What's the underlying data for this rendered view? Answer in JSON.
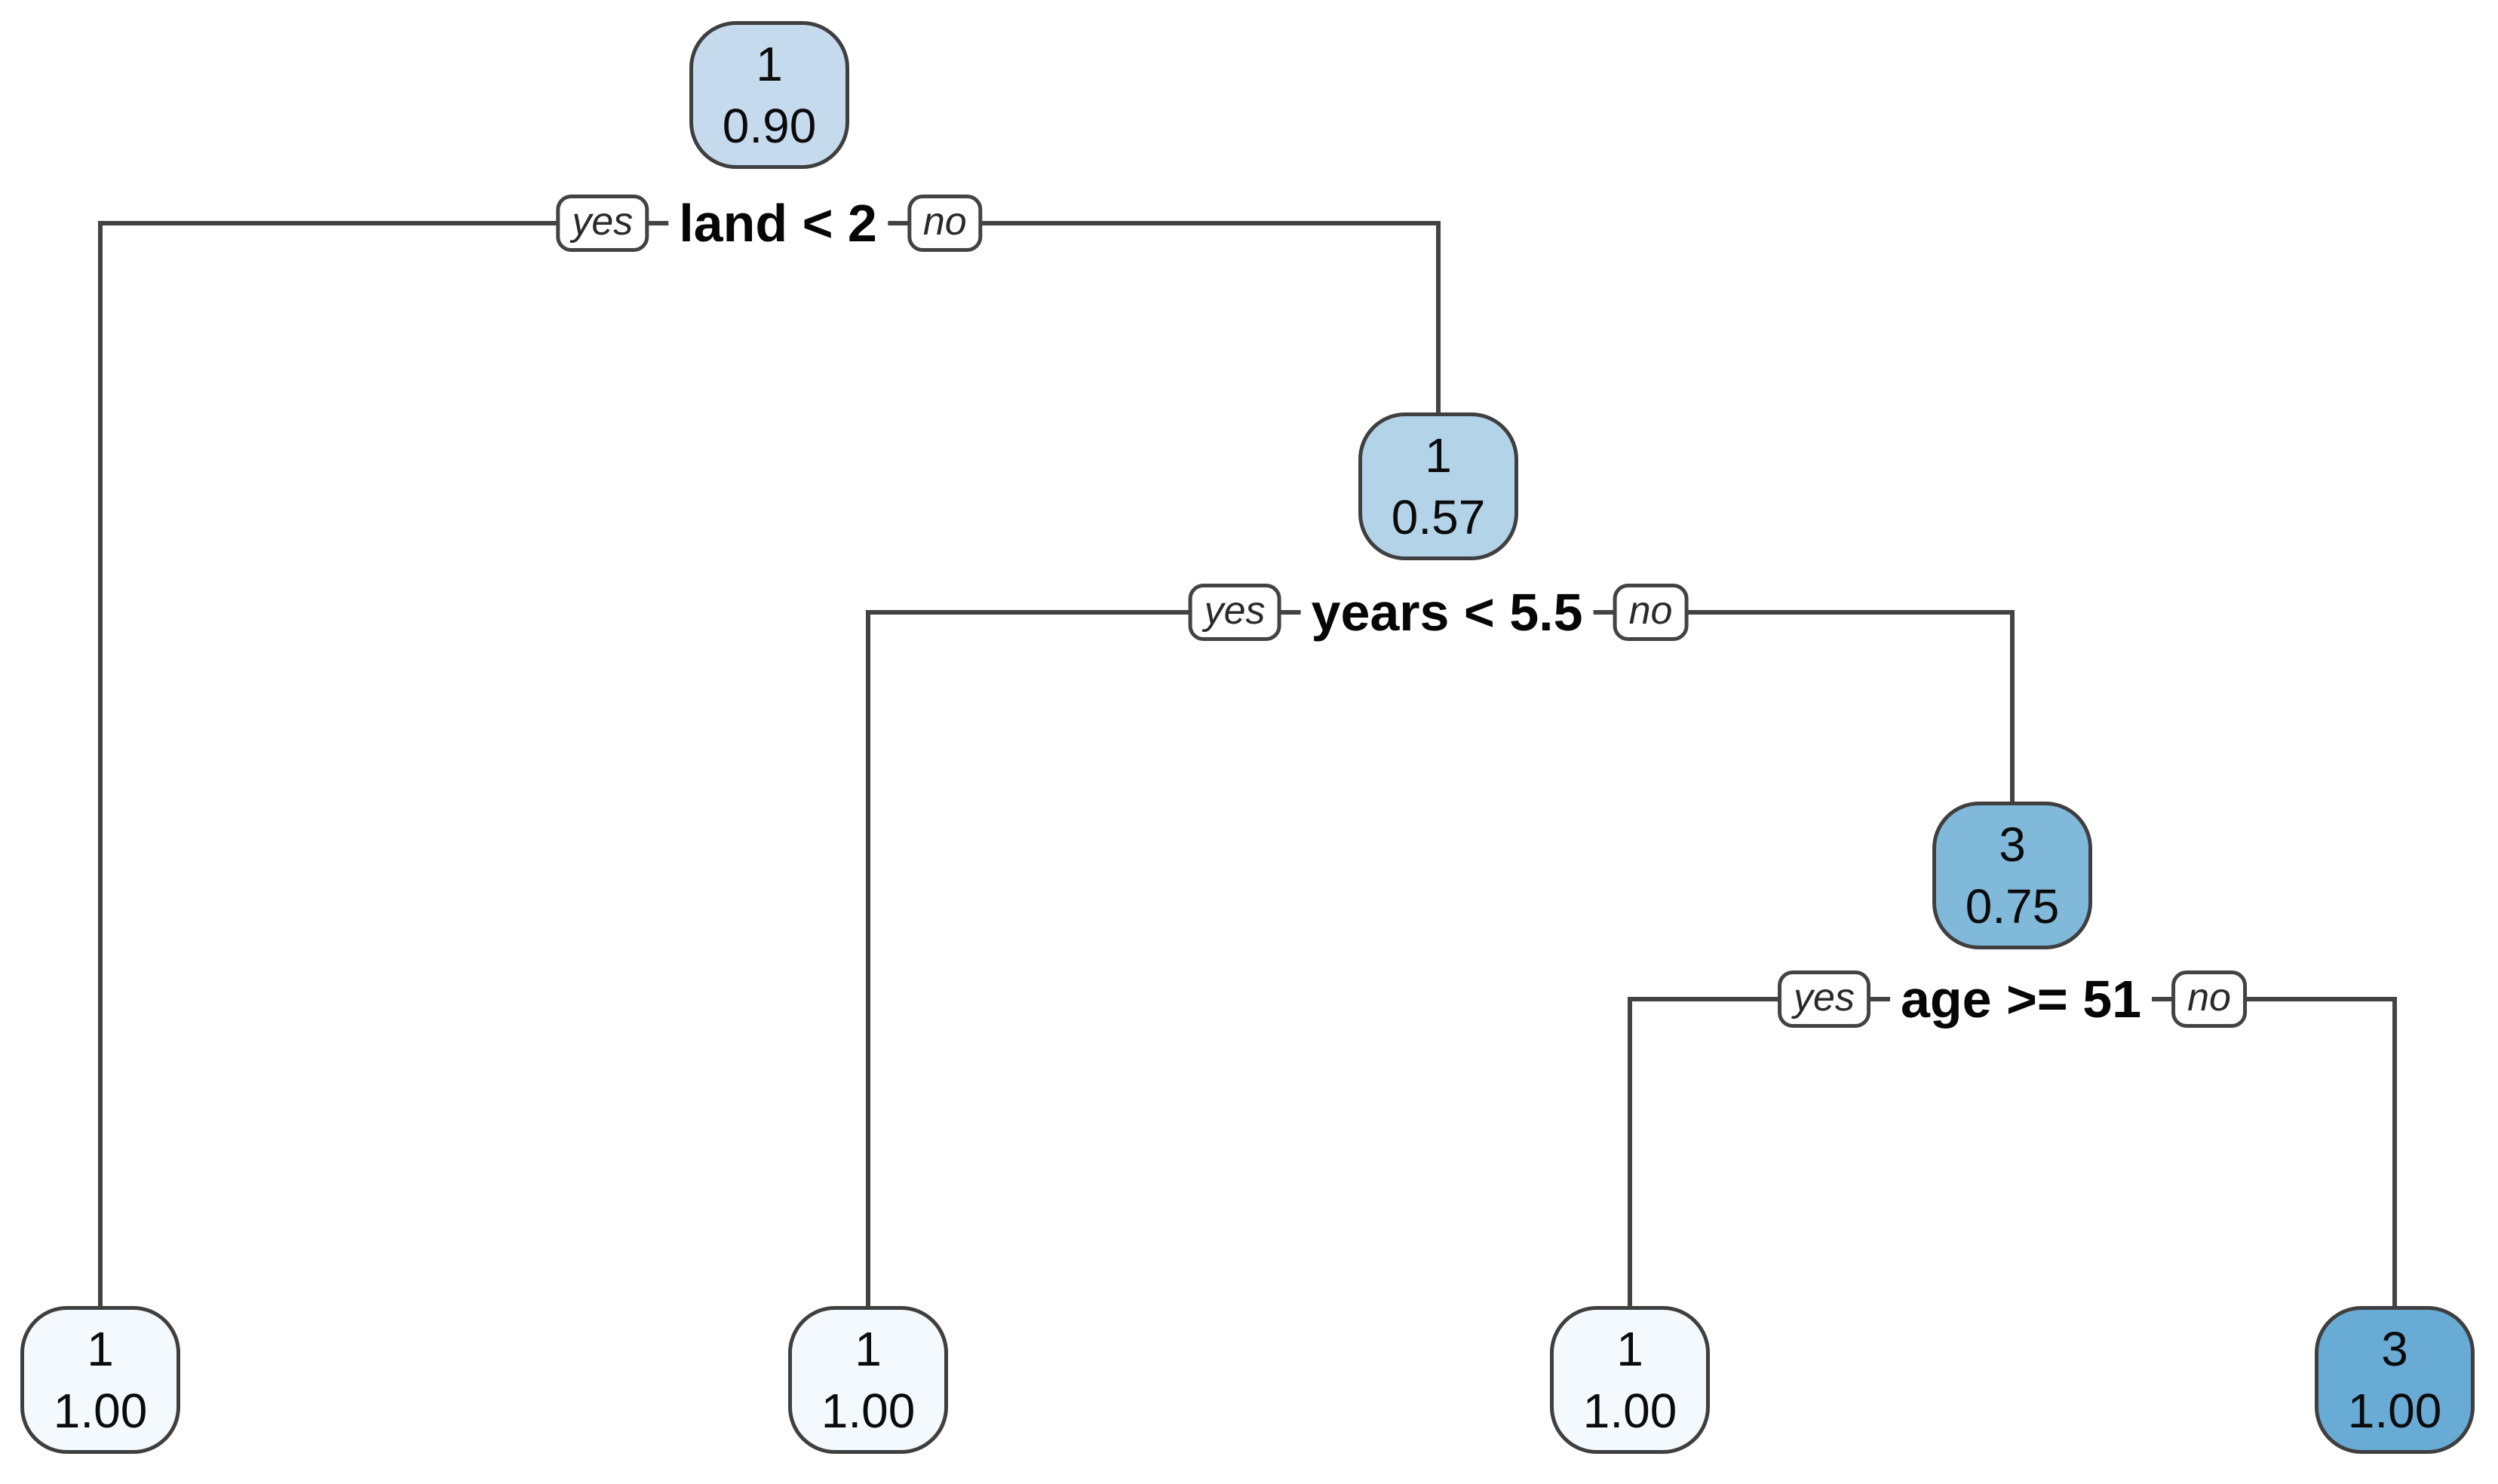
{
  "diagram": {
    "kind": "decision-tree-plot",
    "colors": {
      "line": "#434343",
      "node_border": "#3f3f3f",
      "badge_background": "#ffffff",
      "fill_root": "#c6daee",
      "fill_internal_years": "#b3d3e8",
      "fill_internal_age": "#81b9da",
      "fill_light_leaf": "#f4f9fd",
      "fill_dark_leaf": "#68abd5"
    },
    "nodes": [
      {
        "name": "root",
        "class_label": "1",
        "probability": "0.90"
      },
      {
        "name": "internal-years",
        "class_label": "1",
        "probability": "0.57"
      },
      {
        "name": "internal-age",
        "class_label": "3",
        "probability": "0.75"
      },
      {
        "name": "leaf-1",
        "class_label": "1",
        "probability": "1.00"
      },
      {
        "name": "leaf-2",
        "class_label": "1",
        "probability": "1.00"
      },
      {
        "name": "leaf-3",
        "class_label": "1",
        "probability": "1.00"
      },
      {
        "name": "leaf-4",
        "class_label": "3",
        "probability": "1.00"
      }
    ],
    "splits": [
      {
        "condition": "land < 2",
        "yes_label": "yes",
        "no_label": "no",
        "yes_child": "leaf-1",
        "no_child": "internal-years"
      },
      {
        "condition": "years < 5.5",
        "yes_label": "yes",
        "no_label": "no",
        "yes_child": "leaf-2",
        "no_child": "internal-age"
      },
      {
        "condition": "age >= 51",
        "yes_label": "yes",
        "no_label": "no",
        "yes_child": "leaf-3",
        "no_child": "leaf-4"
      }
    ]
  }
}
